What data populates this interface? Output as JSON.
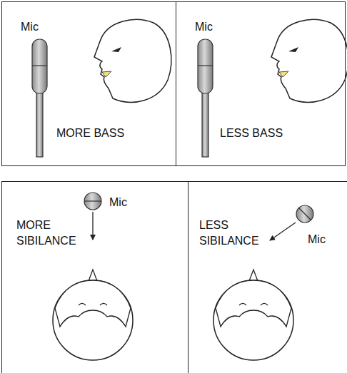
{
  "diagram": {
    "nodes": [
      {
        "text": [
          "Mic",
          "MORE BASS"
        ]
      },
      {
        "text": [
          "Mic",
          "LESS BASS"
        ]
      },
      {
        "text": [
          "Mic",
          "MORE SIBILANCE"
        ]
      },
      {
        "text": [
          "LESS SIBILANCE",
          "Mic"
        ]
      }
    ]
  }
}
